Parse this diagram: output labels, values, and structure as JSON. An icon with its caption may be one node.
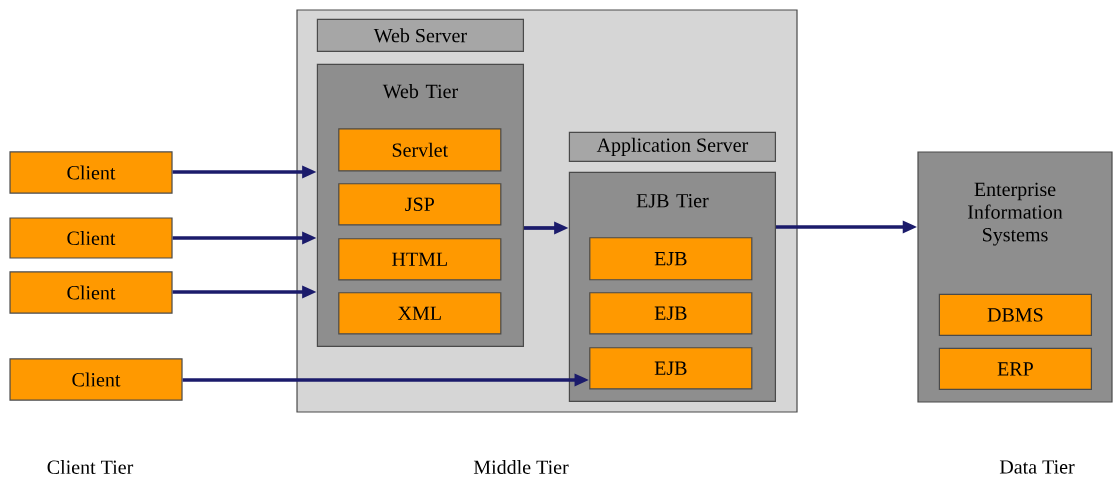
{
  "diagram": {
    "nodes": [
      {
        "text": [
          "Client"
        ]
      },
      {
        "text": [
          "Client"
        ]
      },
      {
        "text": [
          "Client"
        ]
      },
      {
        "text": [
          "Client"
        ]
      },
      {
        "text": [],
        "shape": "box"
      },
      {
        "text": [
          "Web Server"
        ],
        "in": 4
      },
      {
        "text": [
          "Web Tier"
        ],
        "in": 4
      },
      {
        "text": [
          "Servlet"
        ],
        "in": 6
      },
      {
        "text": [
          "JSP"
        ],
        "in": 6
      },
      {
        "text": [
          "HTML"
        ],
        "in": 6
      },
      {
        "text": [
          "XML"
        ],
        "in": 6
      },
      {
        "text": [
          "Application Server"
        ],
        "in": 4
      },
      {
        "text": [
          "EJB Tier"
        ],
        "in": 4
      },
      {
        "text": [
          "EJB"
        ],
        "in": 12
      },
      {
        "text": [
          "EJB"
        ],
        "in": 12
      },
      {
        "text": [
          "EJB"
        ],
        "in": 12
      },
      {
        "text": [
          "Enterprise Information Systems"
        ]
      },
      {
        "text": [
          "DBMS"
        ],
        "in": 16
      },
      {
        "text": [
          "ERP"
        ],
        "in": 16
      }
    ],
    "edges": [
      {
        "from": 0,
        "to": 6,
        "arrow": "to"
      },
      {
        "from": 1,
        "to": 6,
        "arrow": "to"
      },
      {
        "from": 2,
        "to": 6,
        "arrow": "to"
      },
      {
        "from": 3,
        "to": 15,
        "arrow": "to"
      },
      {
        "from": 6,
        "to": 12,
        "arrow": "to"
      },
      {
        "from": 12,
        "to": 16,
        "arrow": "to"
      }
    ],
    "labels": [
      "Client Tier",
      "Middle Tier",
      "Data Tier"
    ]
  }
}
